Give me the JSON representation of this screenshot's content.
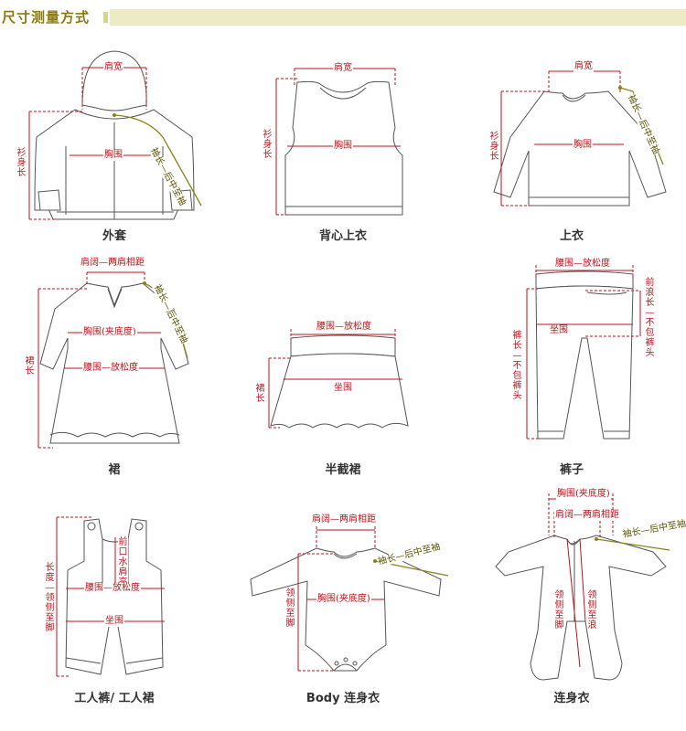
{
  "header": {
    "title": "尺寸测量方式"
  },
  "garments": [
    {
      "caption": "外套",
      "labels": {
        "shoulder": "肩宽",
        "chest": "胸围",
        "length": "衫身长",
        "sleeve": "袖长—后中至袖"
      }
    },
    {
      "caption": "背心上衣",
      "labels": {
        "shoulder": "肩宽",
        "chest": "胸围",
        "length": "衫身长"
      }
    },
    {
      "caption": "上衣",
      "labels": {
        "shoulder": "肩宽",
        "chest": "胸围",
        "length": "衫身长",
        "sleeve": "袖长—后中至袖"
      }
    },
    {
      "caption": "裙",
      "labels": {
        "shoulder": "肩阔—两肩相距",
        "chest": "胸围(夹底度)",
        "waist": "腰围—放松度",
        "length": "裙长",
        "sleeve": "袖长—后中至袖"
      }
    },
    {
      "caption": "半截裙",
      "labels": {
        "waist": "腰围—放松度",
        "hip": "坐围",
        "length": "裙长"
      }
    },
    {
      "caption": "裤子",
      "labels": {
        "waist": "腰围—放松度",
        "hip": "坐围",
        "length": "裤长—不包裤头",
        "rise": "前浪长—不包裤头"
      }
    },
    {
      "caption": "工人裤/ 工人裙",
      "labels": {
        "length": "长度—领侧至脚",
        "bib": "前口水肩高",
        "waist": "腰围—放松度",
        "hip": "坐围"
      }
    },
    {
      "caption": "Body 连身衣",
      "labels": {
        "shoulder": "肩阔—两肩相距",
        "chest": "胸围(夹底度)",
        "length": "领侧至脚",
        "sleeve": "袖长—后中至袖"
      }
    },
    {
      "caption": "连身衣",
      "labels": {
        "chest": "胸围(夹底度)",
        "shoulder": "肩阔—两肩相距",
        "sleeve": "袖长—后中至袖",
        "length_foot": "领侧至脚",
        "length_crotch": "领侧至浪"
      }
    }
  ]
}
